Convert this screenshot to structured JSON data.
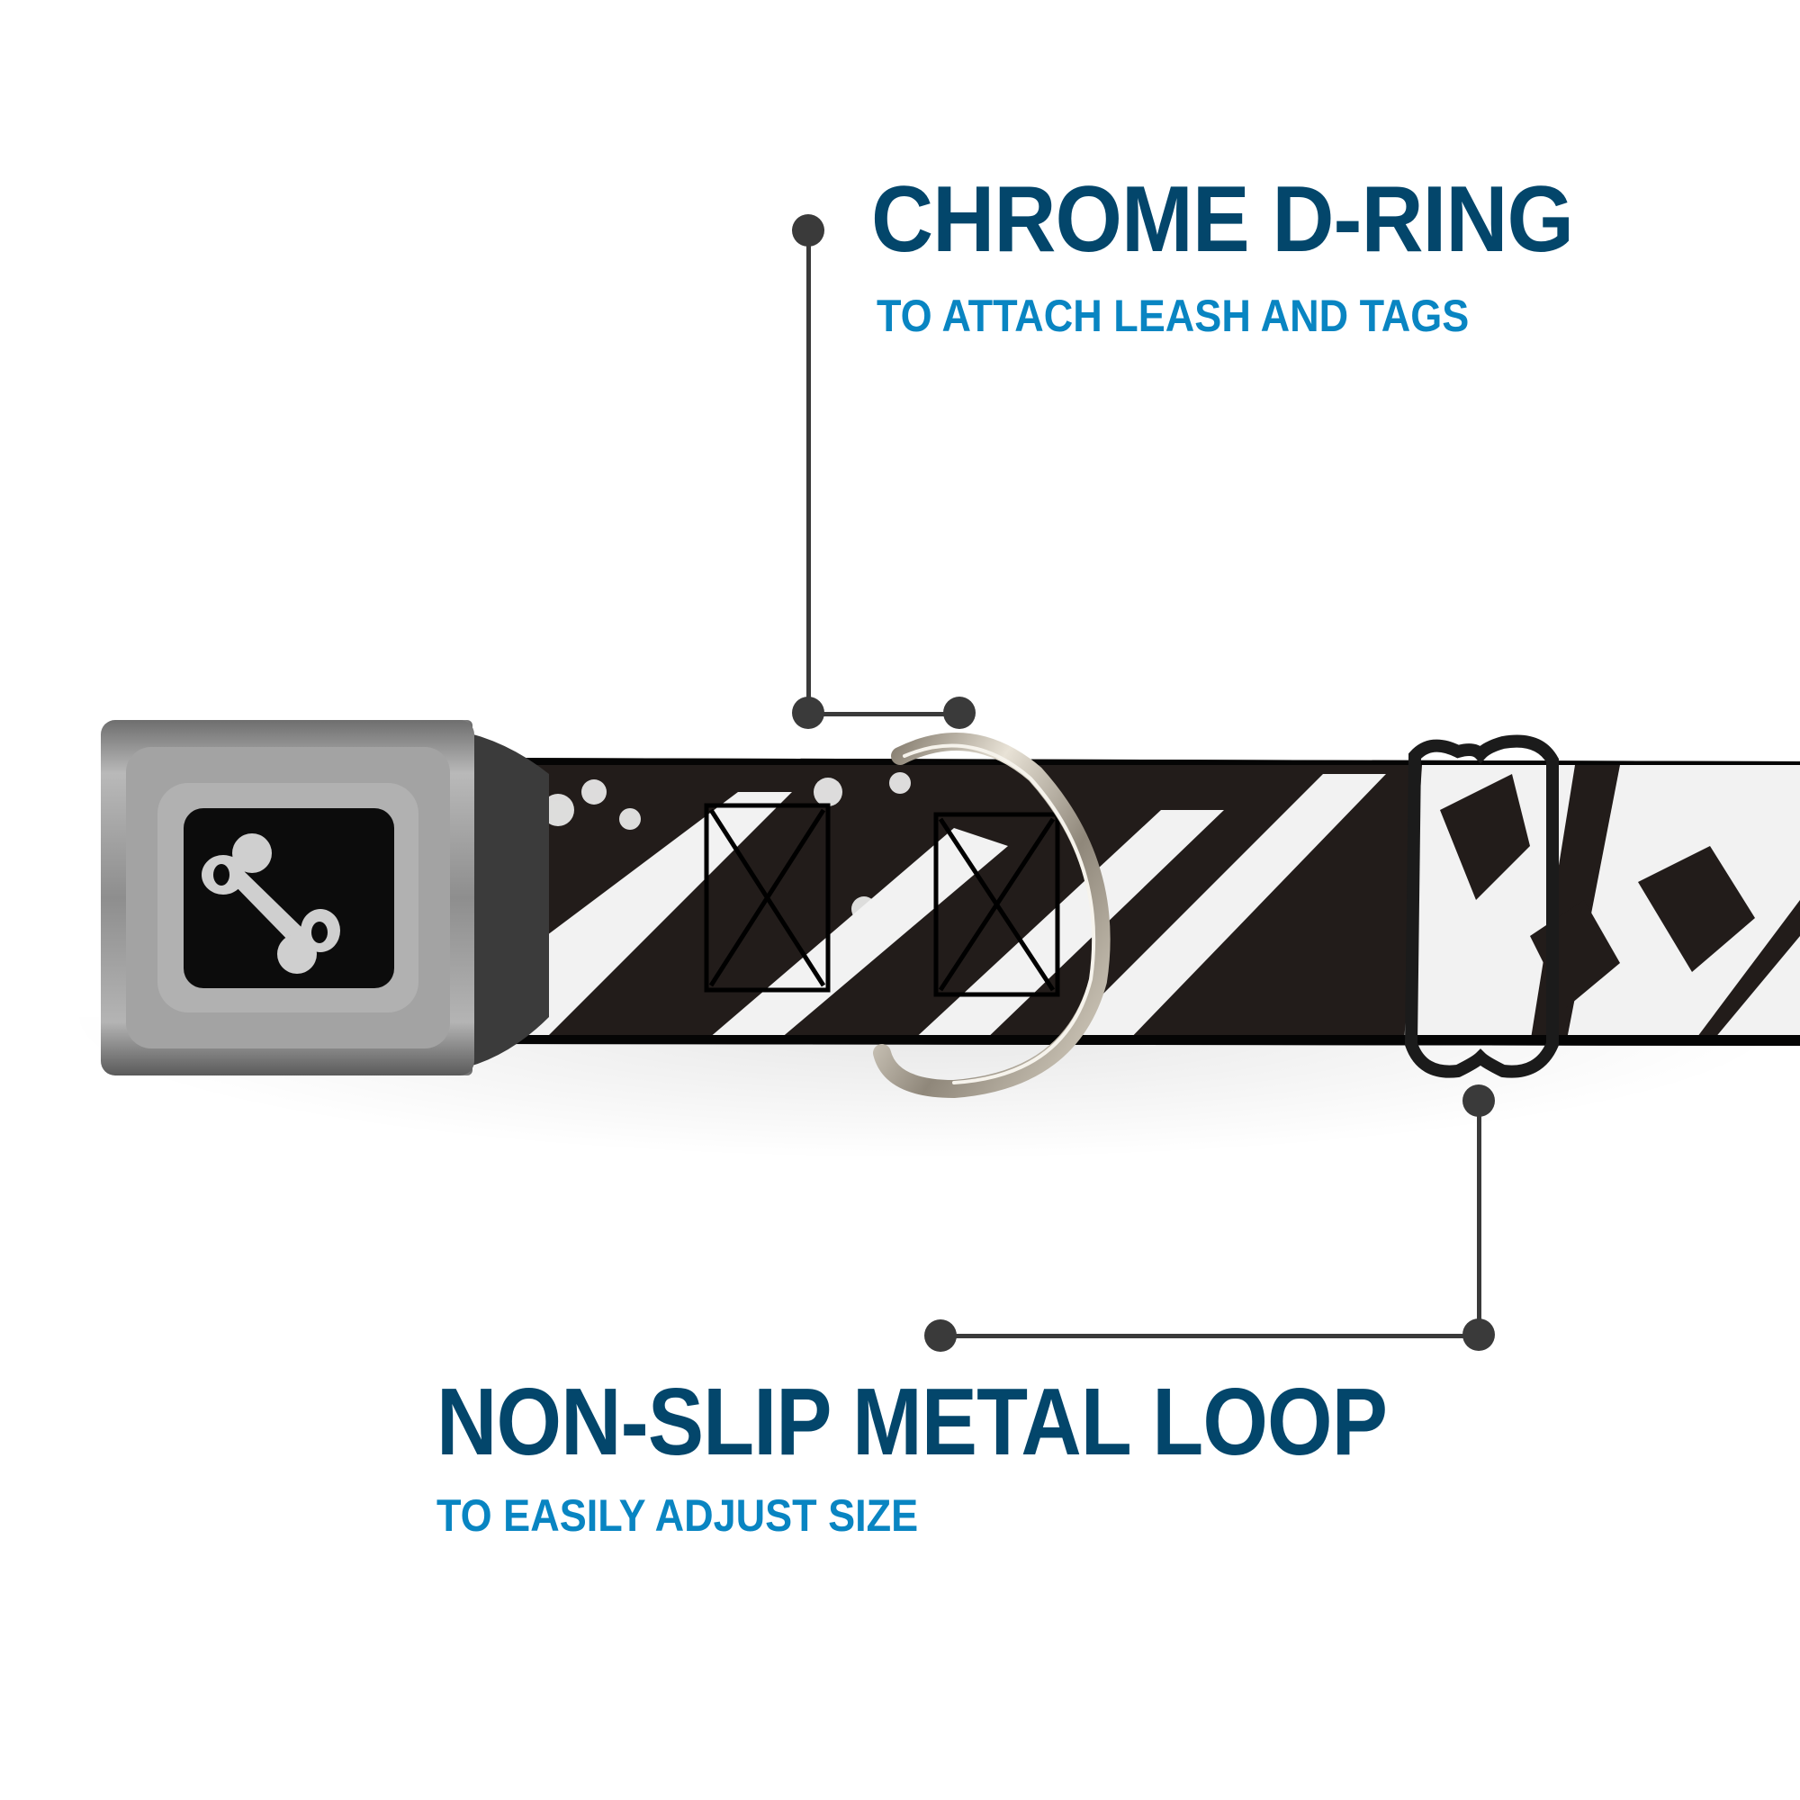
{
  "colors": {
    "title": "#03466b",
    "subtitle": "#0985c2",
    "callout_line": "#3a3a3a",
    "strap_dark": "#221c1a",
    "strap_light": "#f2f2f2",
    "buckle_metal": "#9a9a9a",
    "buckle_face": "#0c0c0c",
    "bone_logo": "#cfcfcf"
  },
  "callouts": [
    {
      "id": "d-ring",
      "title": "CHROME D-RING",
      "subtitle": "TO ATTACH LEASH AND TAGS"
    },
    {
      "id": "metal-loop",
      "title": "NON-SLIP METAL LOOP",
      "subtitle": "TO EASILY ADJUST SIZE"
    }
  ],
  "product": {
    "parts": [
      "seatbelt-buckle",
      "bone-logo",
      "collar-strap",
      "chrome-d-ring",
      "metal-loop"
    ]
  }
}
